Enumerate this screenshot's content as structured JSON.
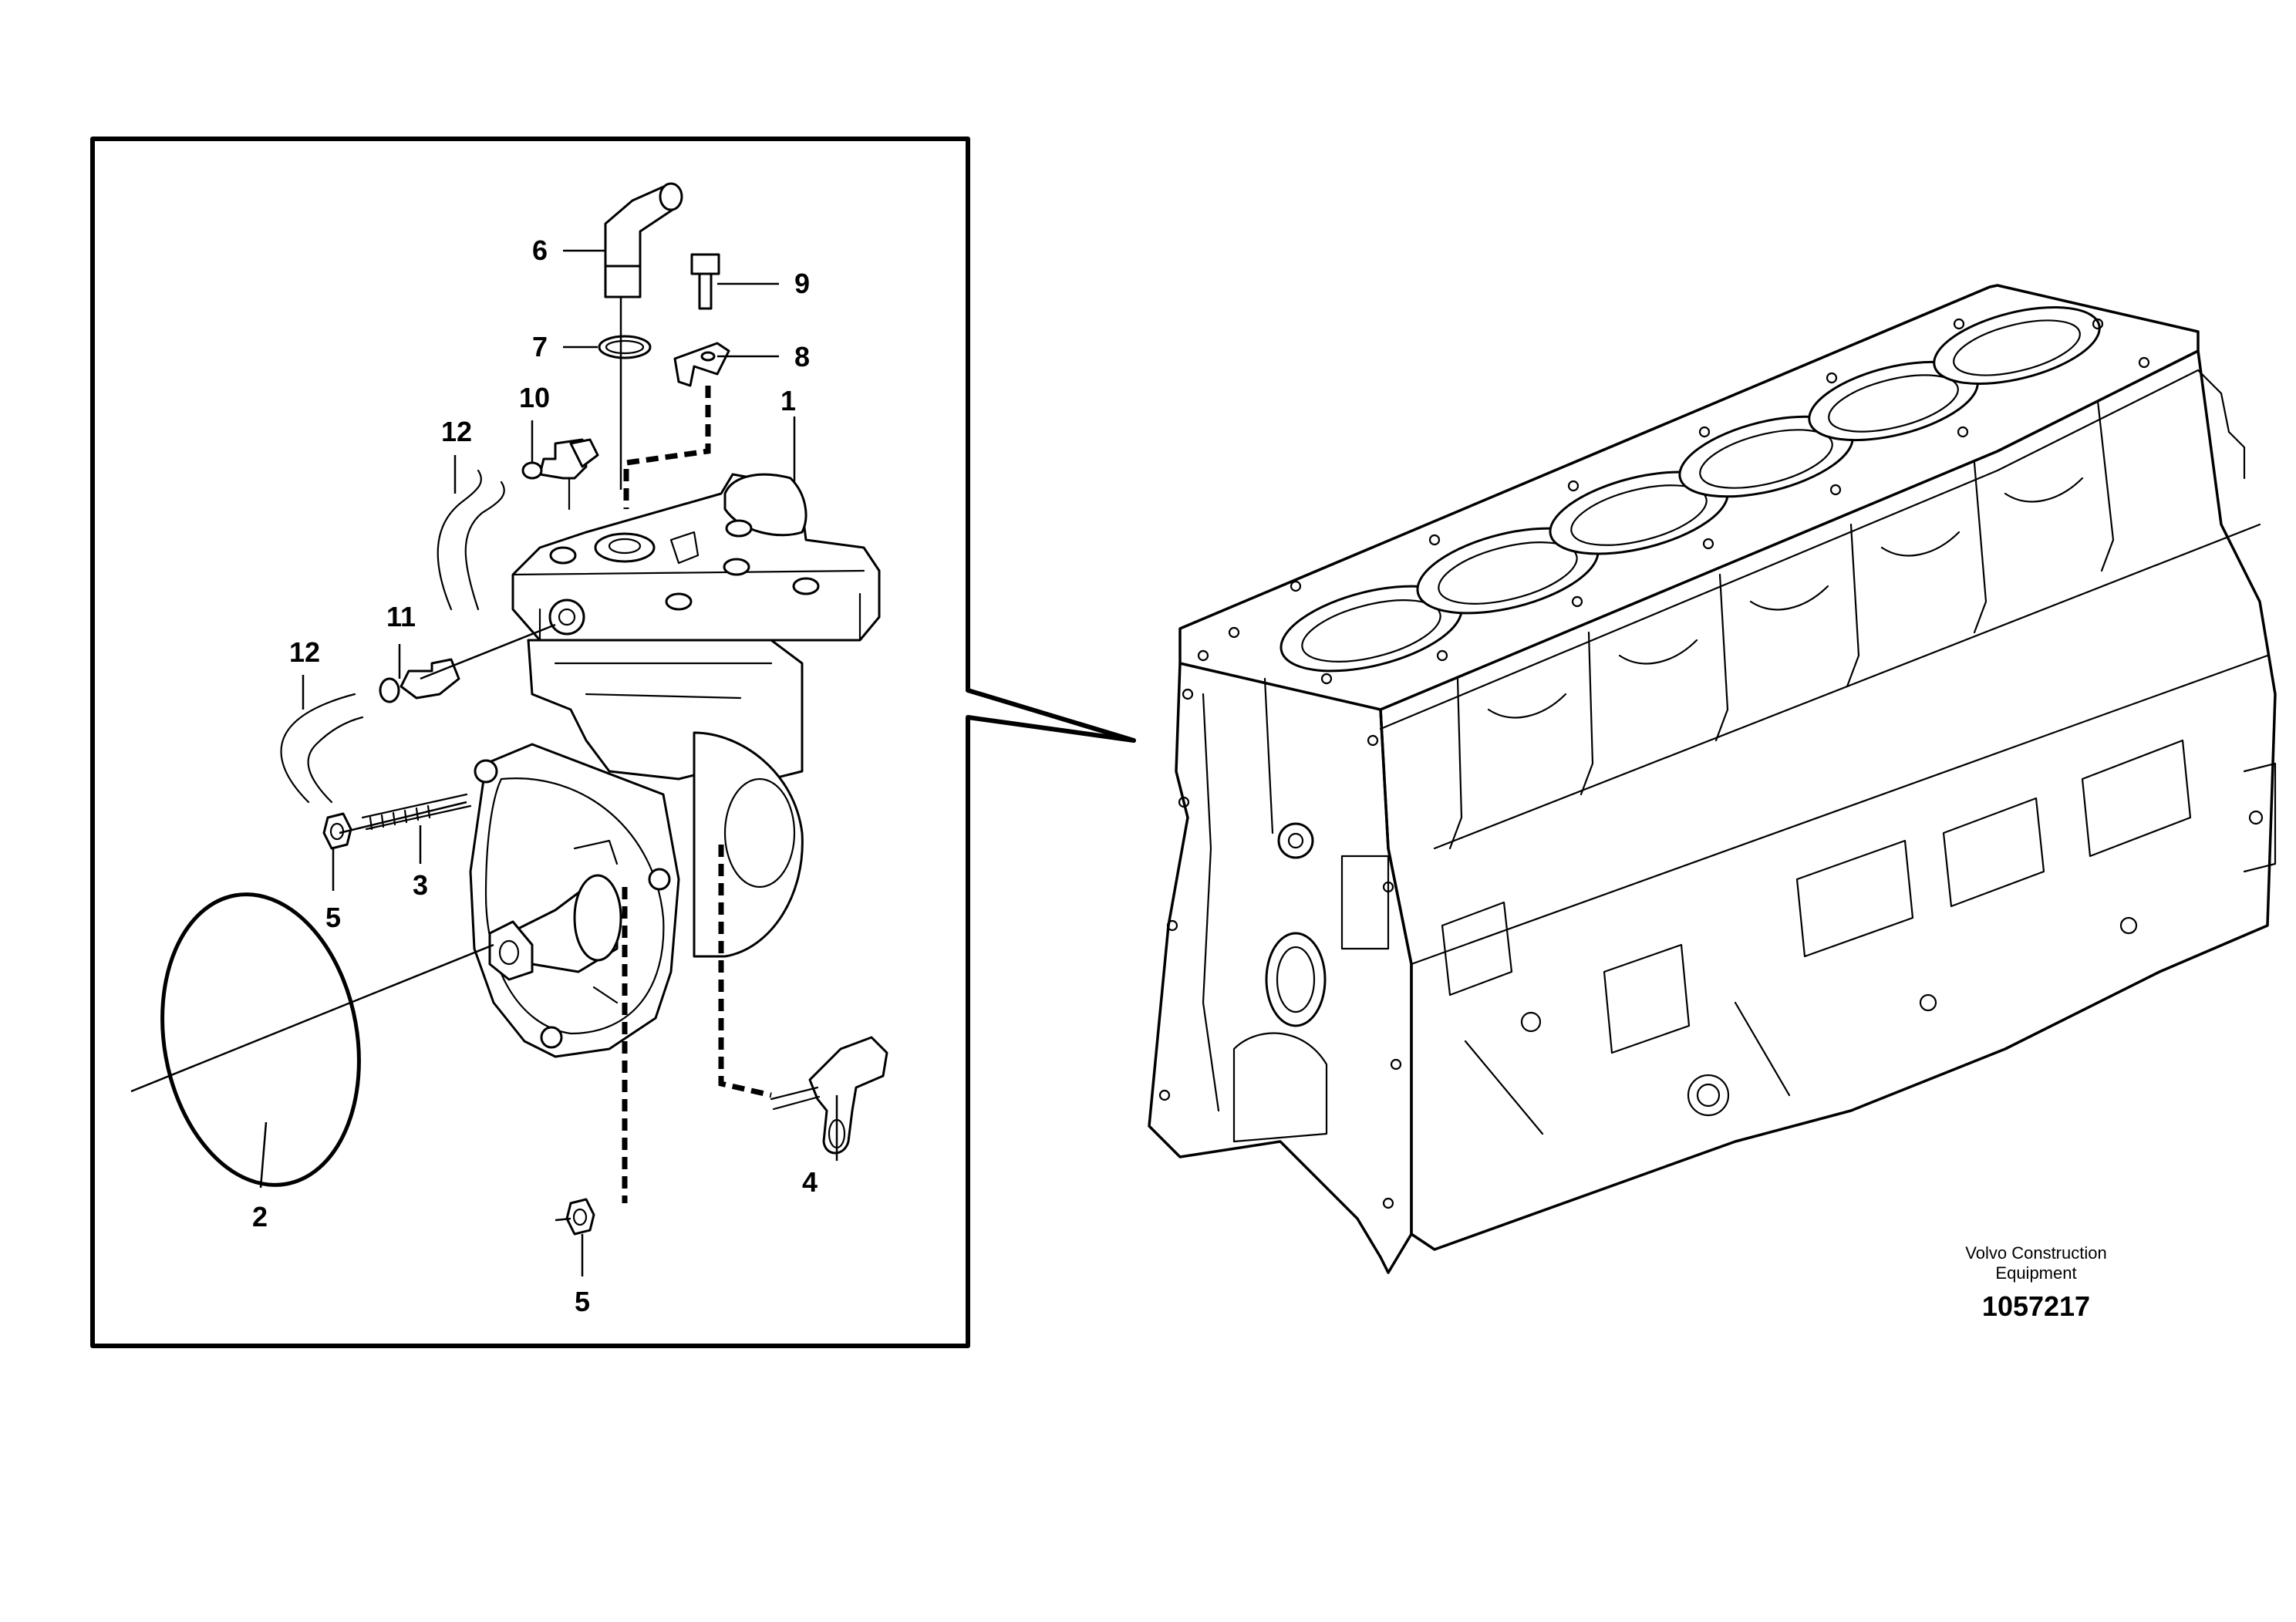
{
  "callouts": [
    "1",
    "2",
    "3",
    "4",
    "5",
    "5",
    "6",
    "7",
    "8",
    "9",
    "10",
    "11",
    "12",
    "12"
  ],
  "footer": {
    "company_line1": "Volvo Construction",
    "company_line2": "Equipment",
    "document_number": "1057217"
  }
}
